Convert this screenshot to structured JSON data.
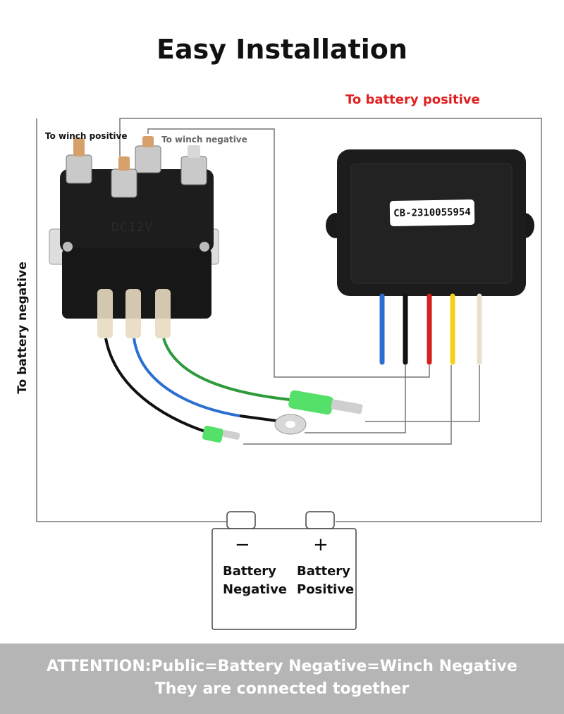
{
  "title": "Easy Installation",
  "labels": {
    "to_battery_positive": "To battery positive",
    "to_winch_positive": "To winch positive",
    "to_winch_negative": "To winch negative",
    "to_battery_negative": "To battery negative"
  },
  "solenoid": {
    "voltage_text": "DC12V"
  },
  "control_box": {
    "code": "CB-2310055954"
  },
  "battery": {
    "negative_sign": "−",
    "positive_sign": "+",
    "negative_line1": "Battery",
    "negative_line2": "Negative",
    "positive_line1": "Battery",
    "positive_line2": "Positive"
  },
  "attention": {
    "line1": "ATTENTION:Public=Battery Negative=Winch Negative",
    "line2": "They are connected together"
  },
  "colors": {
    "label_red": "#e02020",
    "banner_bg": "#b5b5b5",
    "wire_blue": "#2b6fd0",
    "wire_black": "#111111",
    "wire_red": "#d42020",
    "wire_yellow": "#f2d21a",
    "wire_white": "#e8e0cc",
    "wire_green": "#2e9a3c",
    "terminal_green": "#55e06a"
  }
}
